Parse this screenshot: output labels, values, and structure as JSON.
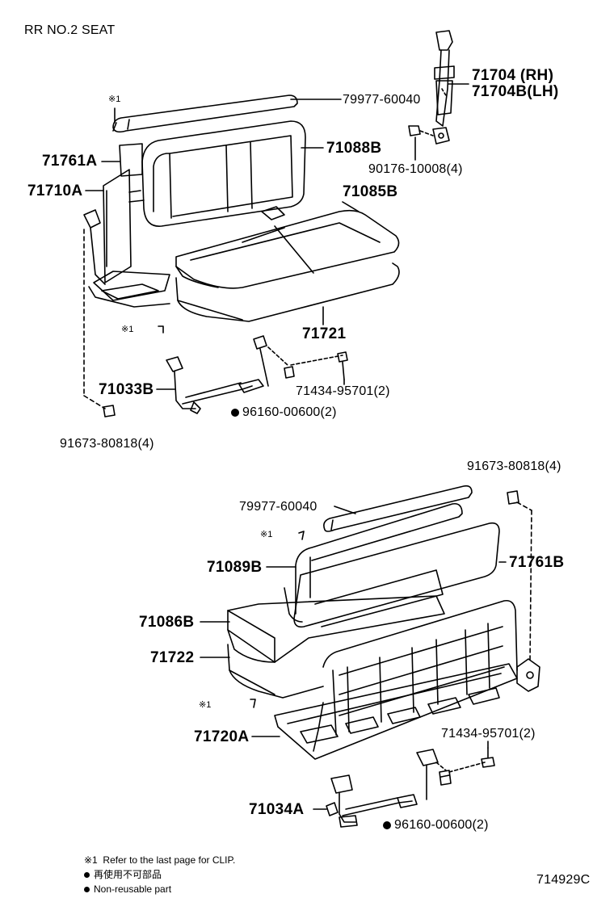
{
  "title": "RR NO.2 SEAT",
  "clip_mark": "※1",
  "parts_upper": {
    "p71704rh": "71704 (RH)",
    "p71704blh": "71704B(LH)",
    "p79977a": "79977-60040",
    "p71088b": "71088B",
    "p71761a": "71761A",
    "p90176": "90176-10008(4)",
    "p71710a": "71710A",
    "p71085b": "71085B",
    "p71721": "71721",
    "p71033b": "71033B",
    "p71434a": "71434-95701(2)",
    "p96160a": "96160-00600(2)",
    "p91673a": "91673-80818(4)"
  },
  "parts_lower": {
    "p91673b": "91673-80818(4)",
    "p79977b": "79977-60040",
    "p71089b": "71089B",
    "p71761b": "71761B",
    "p71086b": "71086B",
    "p71722": "71722",
    "p71720a": "71720A",
    "p71434b": "71434-95701(2)",
    "p71034a": "71034A",
    "p96160b": "96160-00600(2)"
  },
  "notes": {
    "clip_note": "Refer to the last page for CLIP.",
    "nonreuse_jp": "再使用不可部品",
    "nonreuse_en": "Non-reusable part"
  },
  "figure_id": "714929C"
}
